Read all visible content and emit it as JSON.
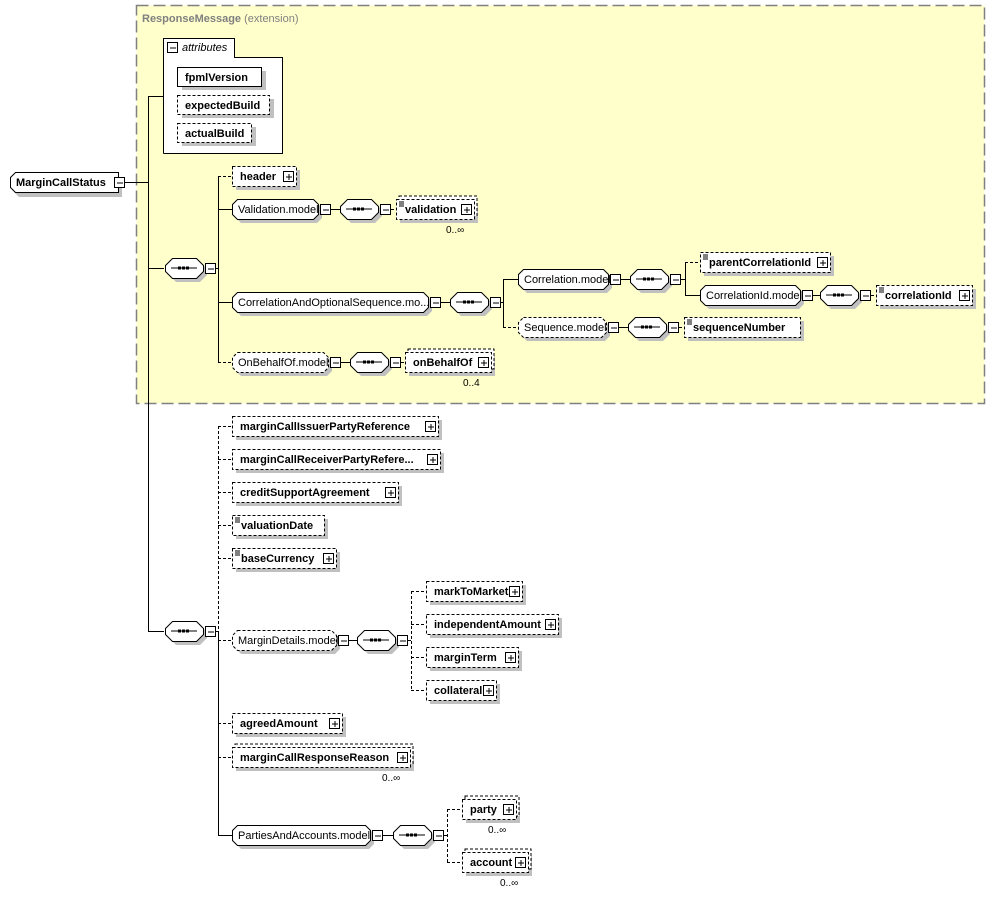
{
  "colors": {
    "extension_fill": "#ffffcc",
    "extension_border": "#808080",
    "shadow": "#c0c0c0",
    "line": "#000000",
    "box_fill": "#ffffff"
  },
  "root": {
    "label": "MarginCallStatus"
  },
  "extension": {
    "base": "ResponseMessage",
    "suffix": "(extension)"
  },
  "attributes": {
    "title": "attributes",
    "items": [
      {
        "label": "fpmlVersion",
        "required": true
      },
      {
        "label": "expectedBuild",
        "required": false
      },
      {
        "label": "actualBuild",
        "required": false
      }
    ]
  },
  "nodes": {
    "header": {
      "label": "header"
    },
    "validation_model": {
      "label": "Validation.model"
    },
    "validation": {
      "label": "validation",
      "occurs": "0..∞"
    },
    "corr_opt_seq_model": {
      "label": "CorrelationAndOptionalSequence.mo..."
    },
    "correlation_model": {
      "label": "Correlation.model"
    },
    "parent_correlation_id": {
      "label": "parentCorrelationId"
    },
    "correlation_id_model": {
      "label": "CorrelationId.model"
    },
    "correlation_id": {
      "label": "correlationId"
    },
    "sequence_model": {
      "label": "Sequence.model"
    },
    "sequence_number": {
      "label": "sequenceNumber"
    },
    "on_behalf_of_model": {
      "label": "OnBehalfOf.model"
    },
    "on_behalf_of": {
      "label": "onBehalfOf",
      "occurs": "0..4"
    },
    "issuer_ref": {
      "label": "marginCallIssuerPartyReference"
    },
    "receiver_ref": {
      "label": "marginCallReceiverPartyRefere..."
    },
    "csa": {
      "label": "creditSupportAgreement"
    },
    "valuation_date": {
      "label": "valuationDate"
    },
    "base_currency": {
      "label": "baseCurrency"
    },
    "margin_details_model": {
      "label": "MarginDetails.model"
    },
    "mark_to_market": {
      "label": "markToMarket"
    },
    "independent_amount": {
      "label": "independentAmount"
    },
    "margin_term": {
      "label": "marginTerm"
    },
    "collateral": {
      "label": "collateral"
    },
    "agreed_amount": {
      "label": "agreedAmount"
    },
    "response_reason": {
      "label": "marginCallResponseReason",
      "occurs": "0..∞"
    },
    "parties_accounts_model": {
      "label": "PartiesAndAccounts.model"
    },
    "party": {
      "label": "party",
      "occurs": "0..∞"
    },
    "account": {
      "label": "account",
      "occurs": "0..∞"
    }
  },
  "icons": {
    "expand": "plus-box",
    "collapse": "minus-box",
    "sequence": "sequence-compositor",
    "simple_content": "simple-content-lines"
  }
}
